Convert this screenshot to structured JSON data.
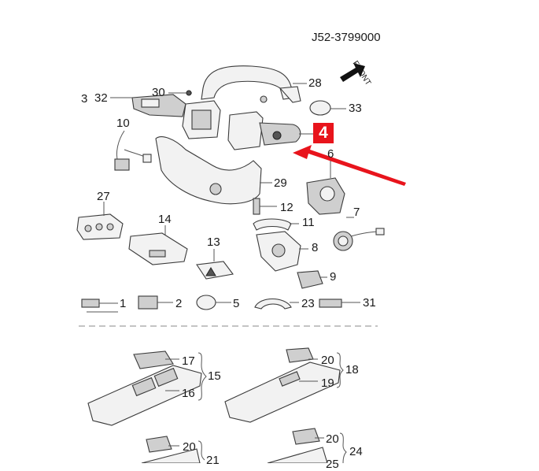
{
  "diagram": {
    "part_code": "J52-3799000",
    "front_label": "FRONT",
    "highlight": {
      "label": "4",
      "color": "#e8141c"
    },
    "callouts": [
      "3",
      "32",
      "30",
      "28",
      "33",
      "10",
      "4",
      "6",
      "29",
      "27",
      "12",
      "7",
      "14",
      "11",
      "13",
      "8",
      "9",
      "1",
      "2",
      "5",
      "23",
      "31",
      "17",
      "15",
      "16",
      "20",
      "18",
      "19",
      "20",
      "21",
      "20",
      "24",
      "25"
    ]
  }
}
